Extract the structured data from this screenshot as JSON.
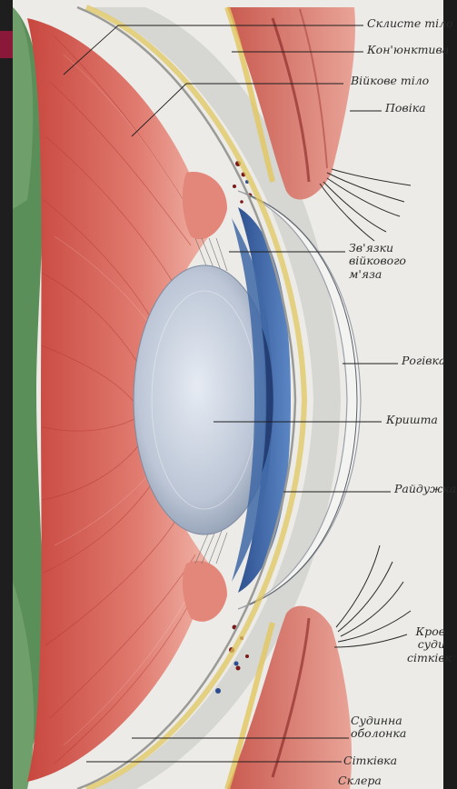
{
  "labels": {
    "vitreous_body": "Склисте тіло",
    "conjunctiva": "Кон'юнктива",
    "ciliary_body": "Війкове тіло",
    "eyelid": "Повіка",
    "zonule_line1": "Зв'язки",
    "zonule_line2": "війкового",
    "zonule_line3": "м'яза",
    "cornea": "Рогівка",
    "lens": "Кришта",
    "iris": "Райдужка",
    "vessels_line1": "Кров",
    "vessels_line2": "суди",
    "vessels_line3": "сітківк",
    "choroid_line1": "Судинна",
    "choroid_line2": "оболонка",
    "retina": "Сітківка",
    "sclera": "Склера"
  },
  "colors": {
    "page_bg": "#ececea",
    "muscle": "#d8635a",
    "vitreous_green": "#5a8f5a",
    "lens": "#b9c2d2",
    "iris_blue": "#3f68a6",
    "sclera_gray": "#c9c9c6",
    "corner_accent": "#8a1838"
  }
}
